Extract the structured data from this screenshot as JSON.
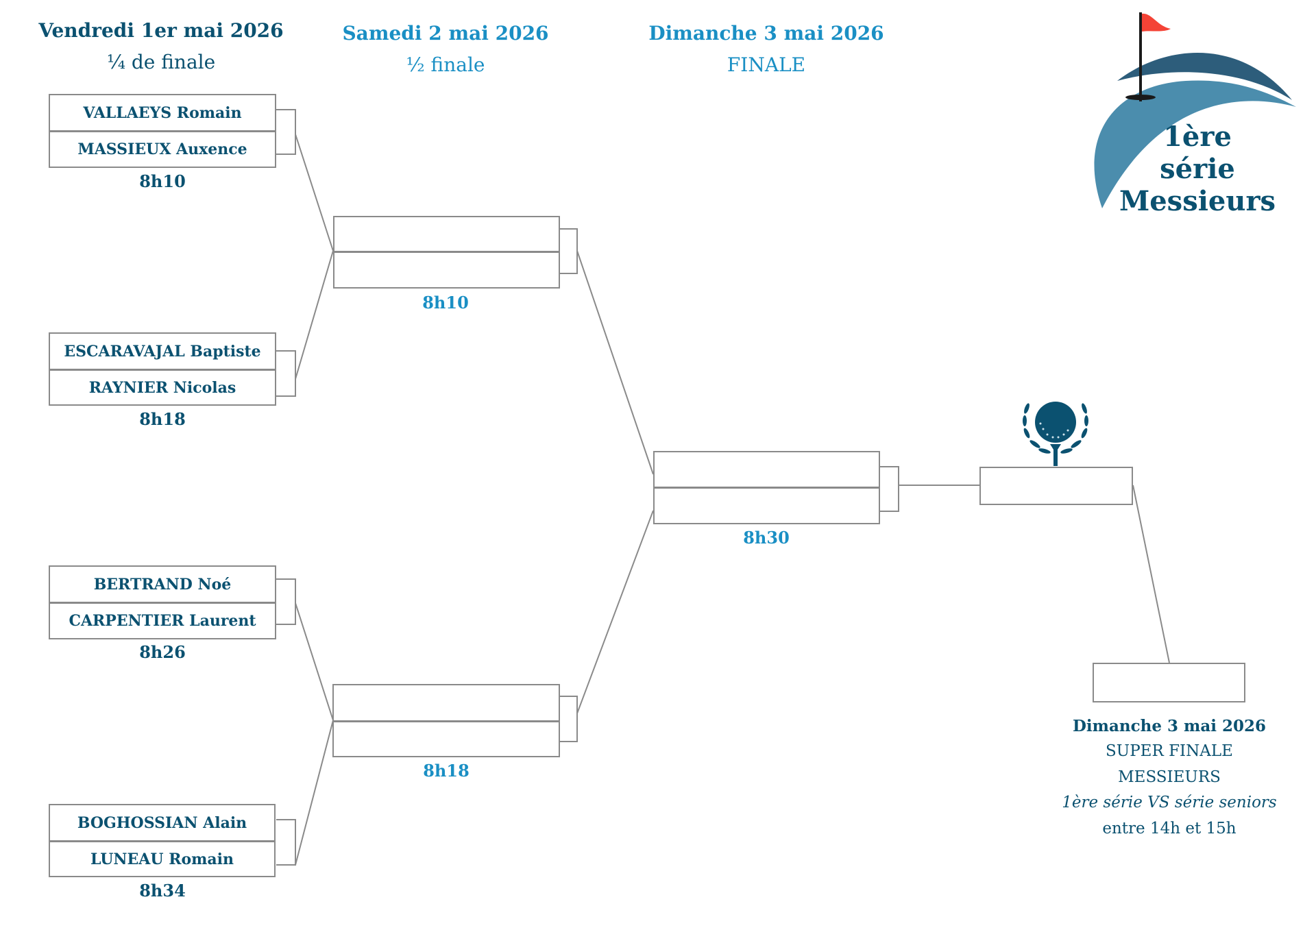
{
  "rounds": [
    {
      "date": "Vendredi 1er mai  2026",
      "name": "¼ de finale"
    },
    {
      "date": "Samedi 2 mai 2026",
      "name": "½ finale"
    },
    {
      "date": "Dimanche 3 mai 2026",
      "name": "FINALE"
    }
  ],
  "quarterfinals": [
    {
      "player1": "VALLAEYS Romain",
      "player2": "MASSIEUX Auxence",
      "time": "8h10"
    },
    {
      "player1": "ESCARAVAJAL Baptiste",
      "player2": "RAYNIER Nicolas",
      "time": "8h18"
    },
    {
      "player1": "BERTRAND Noé",
      "player2": "CARPENTIER Laurent",
      "time": "8h26"
    },
    {
      "player1": "BOGHOSSIAN Alain",
      "player2": "LUNEAU Romain",
      "time": "8h34"
    }
  ],
  "semifinals": [
    {
      "player1": "",
      "player2": "",
      "time": "8h10"
    },
    {
      "player1": "",
      "player2": "",
      "time": "8h18"
    }
  ],
  "final": {
    "player1": "",
    "player2": "",
    "time": "8h30"
  },
  "winner": "",
  "super_final": {
    "player": "",
    "date": "Dimanche 3 mai 2026",
    "line1": "SUPER FINALE",
    "line2": "MESSIEURS",
    "line3": "1ère série VS série seniors",
    "line4": "entre 14h et 15h"
  },
  "logo": {
    "line1": "1ère",
    "line2": "série",
    "line3": "Messieurs"
  },
  "colors": {
    "dark": "#0b5170",
    "light": "#1a8fc4",
    "line": "#8a8a8a",
    "flag": "#f44336"
  }
}
